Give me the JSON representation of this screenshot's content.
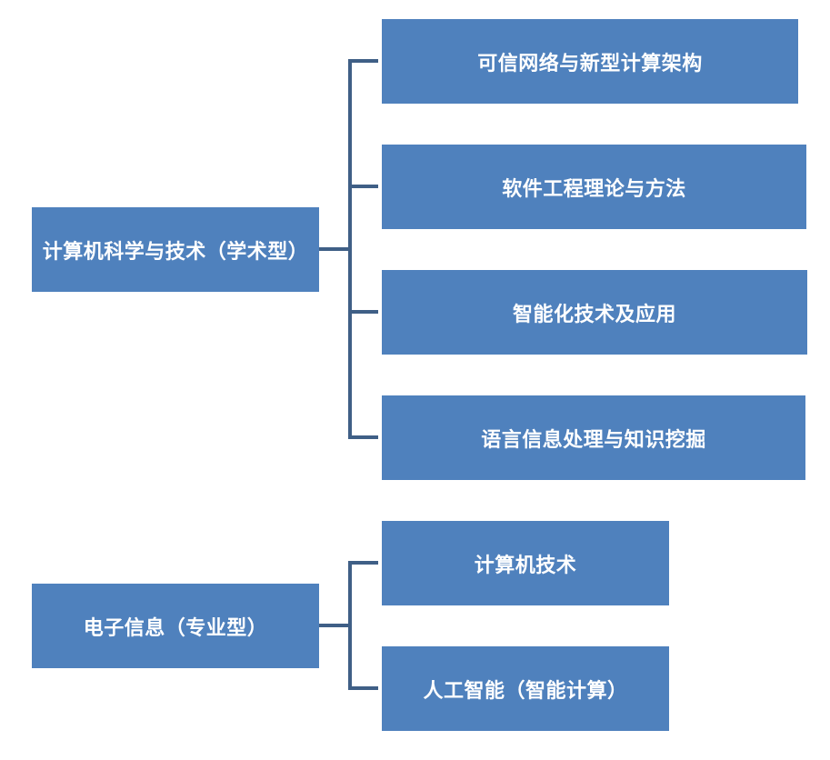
{
  "diagram": {
    "groups": [
      {
        "root": "计算机科学与技术（学术型）",
        "children": [
          "可信网络与新型计算架构",
          "软件工程理论与方法",
          "智能化技术及应用",
          "语言信息处理与知识挖掘"
        ]
      },
      {
        "root": "电子信息（专业型）",
        "children": [
          "计算机技术",
          "人工智能（智能计算）"
        ]
      }
    ]
  },
  "colors": {
    "node_fill": "#4f81bd",
    "connector": "#3f5f86",
    "text": "#ffffff"
  }
}
